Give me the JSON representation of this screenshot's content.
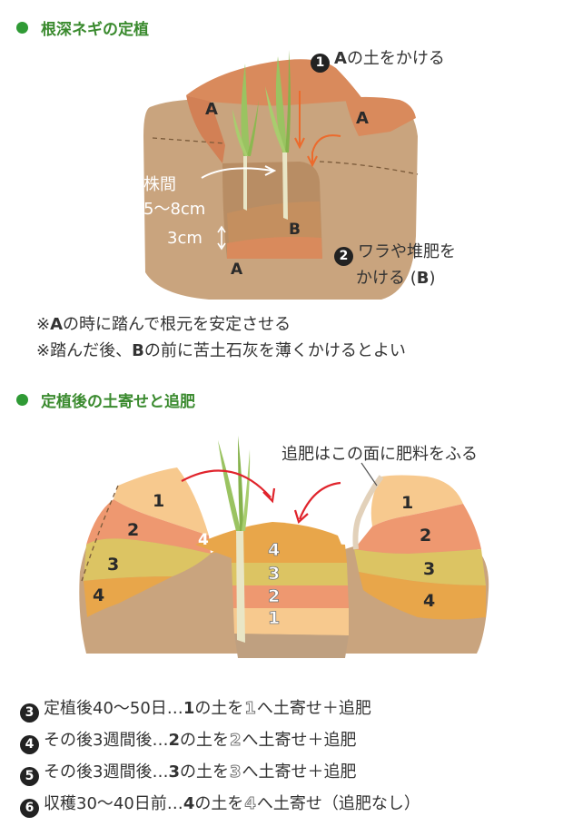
{
  "section1": {
    "heading": "根深ネギの定植",
    "step1": {
      "num": "1",
      "letter": "A",
      "text": "の土をかける"
    },
    "step2": {
      "num": "2",
      "line1": "ワラや堆肥を",
      "line2_pre": "かける (",
      "line2_letter": "B",
      "line2_post": ")"
    },
    "spacing_line1": "株間",
    "spacing_line2": "5〜8cm",
    "depth": "3cm",
    "label_a": "A",
    "label_b": "B",
    "note1": {
      "mark": "※",
      "letter": "A",
      "text": "の時に踏んで根元を安定させる"
    },
    "note2": {
      "pre": "※踏んだ後、",
      "letter": "B",
      "text": "の前に苦土石灰を薄くかけるとよい"
    }
  },
  "section2": {
    "heading": "定植後の土寄せと追肥",
    "callout": "追肥はこの面に肥料をふる",
    "layers": [
      "1",
      "2",
      "3",
      "4"
    ],
    "steps": [
      {
        "num": "3",
        "pre": "定植後40〜50日…",
        "layer": "1",
        "mid": "の土を",
        "target": "1",
        "post": "へ土寄せ＋追肥"
      },
      {
        "num": "4",
        "pre": "その後3週間後…",
        "layer": "2",
        "mid": "の土を",
        "target": "2",
        "post": "へ土寄せ＋追肥"
      },
      {
        "num": "5",
        "pre": "その後3週間後…",
        "layer": "3",
        "mid": "の土を",
        "target": "3",
        "post": "へ土寄せ＋追肥"
      },
      {
        "num": "6",
        "pre": "収穫30〜40日前…",
        "layer": "4",
        "mid": "の土を",
        "target": "4",
        "post": "へ土寄せ（追肥なし）"
      }
    ]
  },
  "colors": {
    "heading": "#3a8a2e",
    "soil": "#c9a47e",
    "soil_dark": "#b08a63",
    "ridge_top": "#d98a5c",
    "arrow_orange": "#ec6a2c",
    "arrow_red": "#e0242c",
    "layer1": "#f7c98e",
    "layer2": "#ee9870",
    "layer3": "#dcc463",
    "layer4": "#e8a64a"
  }
}
